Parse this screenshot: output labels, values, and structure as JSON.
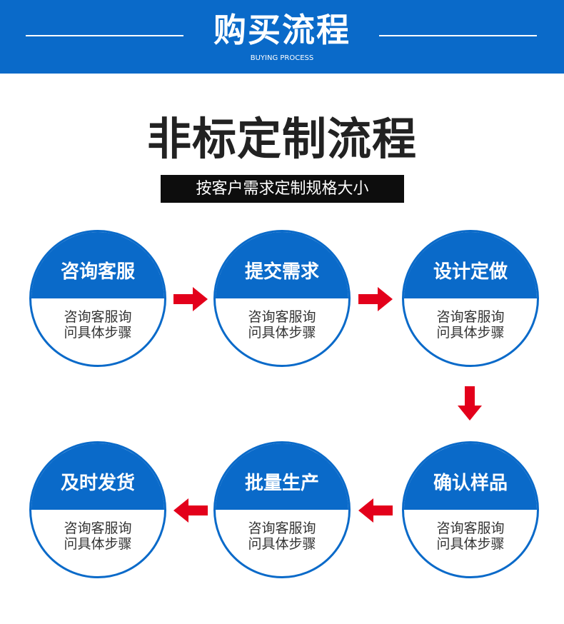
{
  "header": {
    "title": "购买流程",
    "subtitle": "BUYING PROCESS"
  },
  "main_title": "非标定制流程",
  "subtitle_bar": "按客户需求定制规格大小",
  "colors": {
    "brand_blue": "#0a6ac9",
    "arrow_red": "#e3001b",
    "bar_black": "#0d0d0d"
  },
  "steps": [
    {
      "title": "咨询客服",
      "desc_line1": "咨询客服询",
      "desc_line2": "问具体步骤"
    },
    {
      "title": "提交需求",
      "desc_line1": "咨询客服询",
      "desc_line2": "问具体步骤"
    },
    {
      "title": "设计定做",
      "desc_line1": "咨询客服询",
      "desc_line2": "问具体步骤"
    },
    {
      "title": "确认样品",
      "desc_line1": "咨询客服询",
      "desc_line2": "问具体步骤"
    },
    {
      "title": "批量生产",
      "desc_line1": "咨询客服询",
      "desc_line2": "问具体步骤"
    },
    {
      "title": "及时发货",
      "desc_line1": "咨询客服询",
      "desc_line2": "问具体步骤"
    }
  ]
}
